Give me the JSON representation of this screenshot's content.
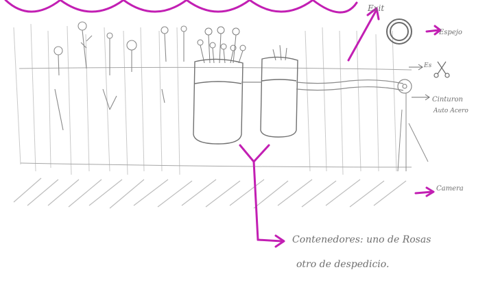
{
  "labels": {
    "exit": "Exit",
    "espejo": "Espejo",
    "es": "Es",
    "cinturon_line1": "Cinturon",
    "cinturon_line2": "Auto Acero",
    "camera": "Camera",
    "containers_line1": "Contenedores: uno de Rosas",
    "containers_line2": "otro de despedicio."
  },
  "colors": {
    "pencil": "#8a8a8a",
    "light_pencil": "#b8b8b8",
    "magenta": "#c21fb3",
    "background": "#ffffff"
  }
}
